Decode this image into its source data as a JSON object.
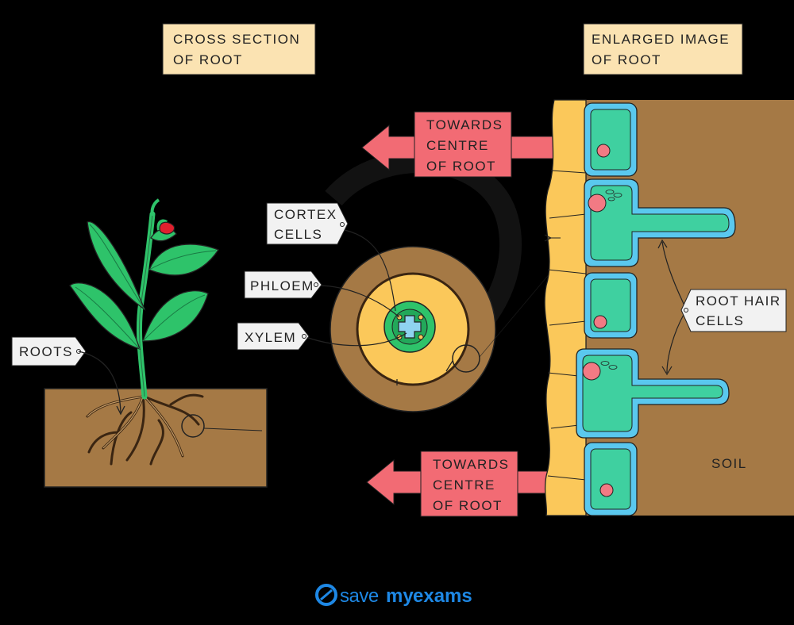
{
  "labels": {
    "cross_section": [
      "CROSS  SECTION",
      "OF ROOT"
    ],
    "enlarged_image": [
      "ENLARGED  IMAGE",
      "OF  ROOT"
    ],
    "towards_top": [
      "TOWARDS",
      "CENTRE",
      "OF  ROOT"
    ],
    "towards_bottom": [
      "TOWARDS",
      "CENTRE",
      "OF  ROOT"
    ],
    "cortex_cells": [
      "CORTEX",
      "CELLS"
    ],
    "phloem": "PHLOEM",
    "xylem": "XYLEM",
    "roots": "ROOTS",
    "root_hair_cells": [
      "ROOT HAIR",
      "CELLS"
    ],
    "soil": "SOIL"
  },
  "brand": {
    "save": "save",
    "my": "my",
    "exams": "exams"
  },
  "colors": {
    "label_cream": "#fbe3b2",
    "label_grey": "#f2f2f2",
    "arrow_pink": "#f26b74",
    "soil_brown": "#a57945",
    "leaf_green": "#2ec36a",
    "cortex_yellow": "#fbc85a",
    "cell_blue": "#5ac8ee",
    "cytoplasm_green": "#3fd0a0",
    "nucleus_pink": "#f27a84",
    "flower_red": "#e0202e",
    "brand_blue": "#1e88e5"
  }
}
